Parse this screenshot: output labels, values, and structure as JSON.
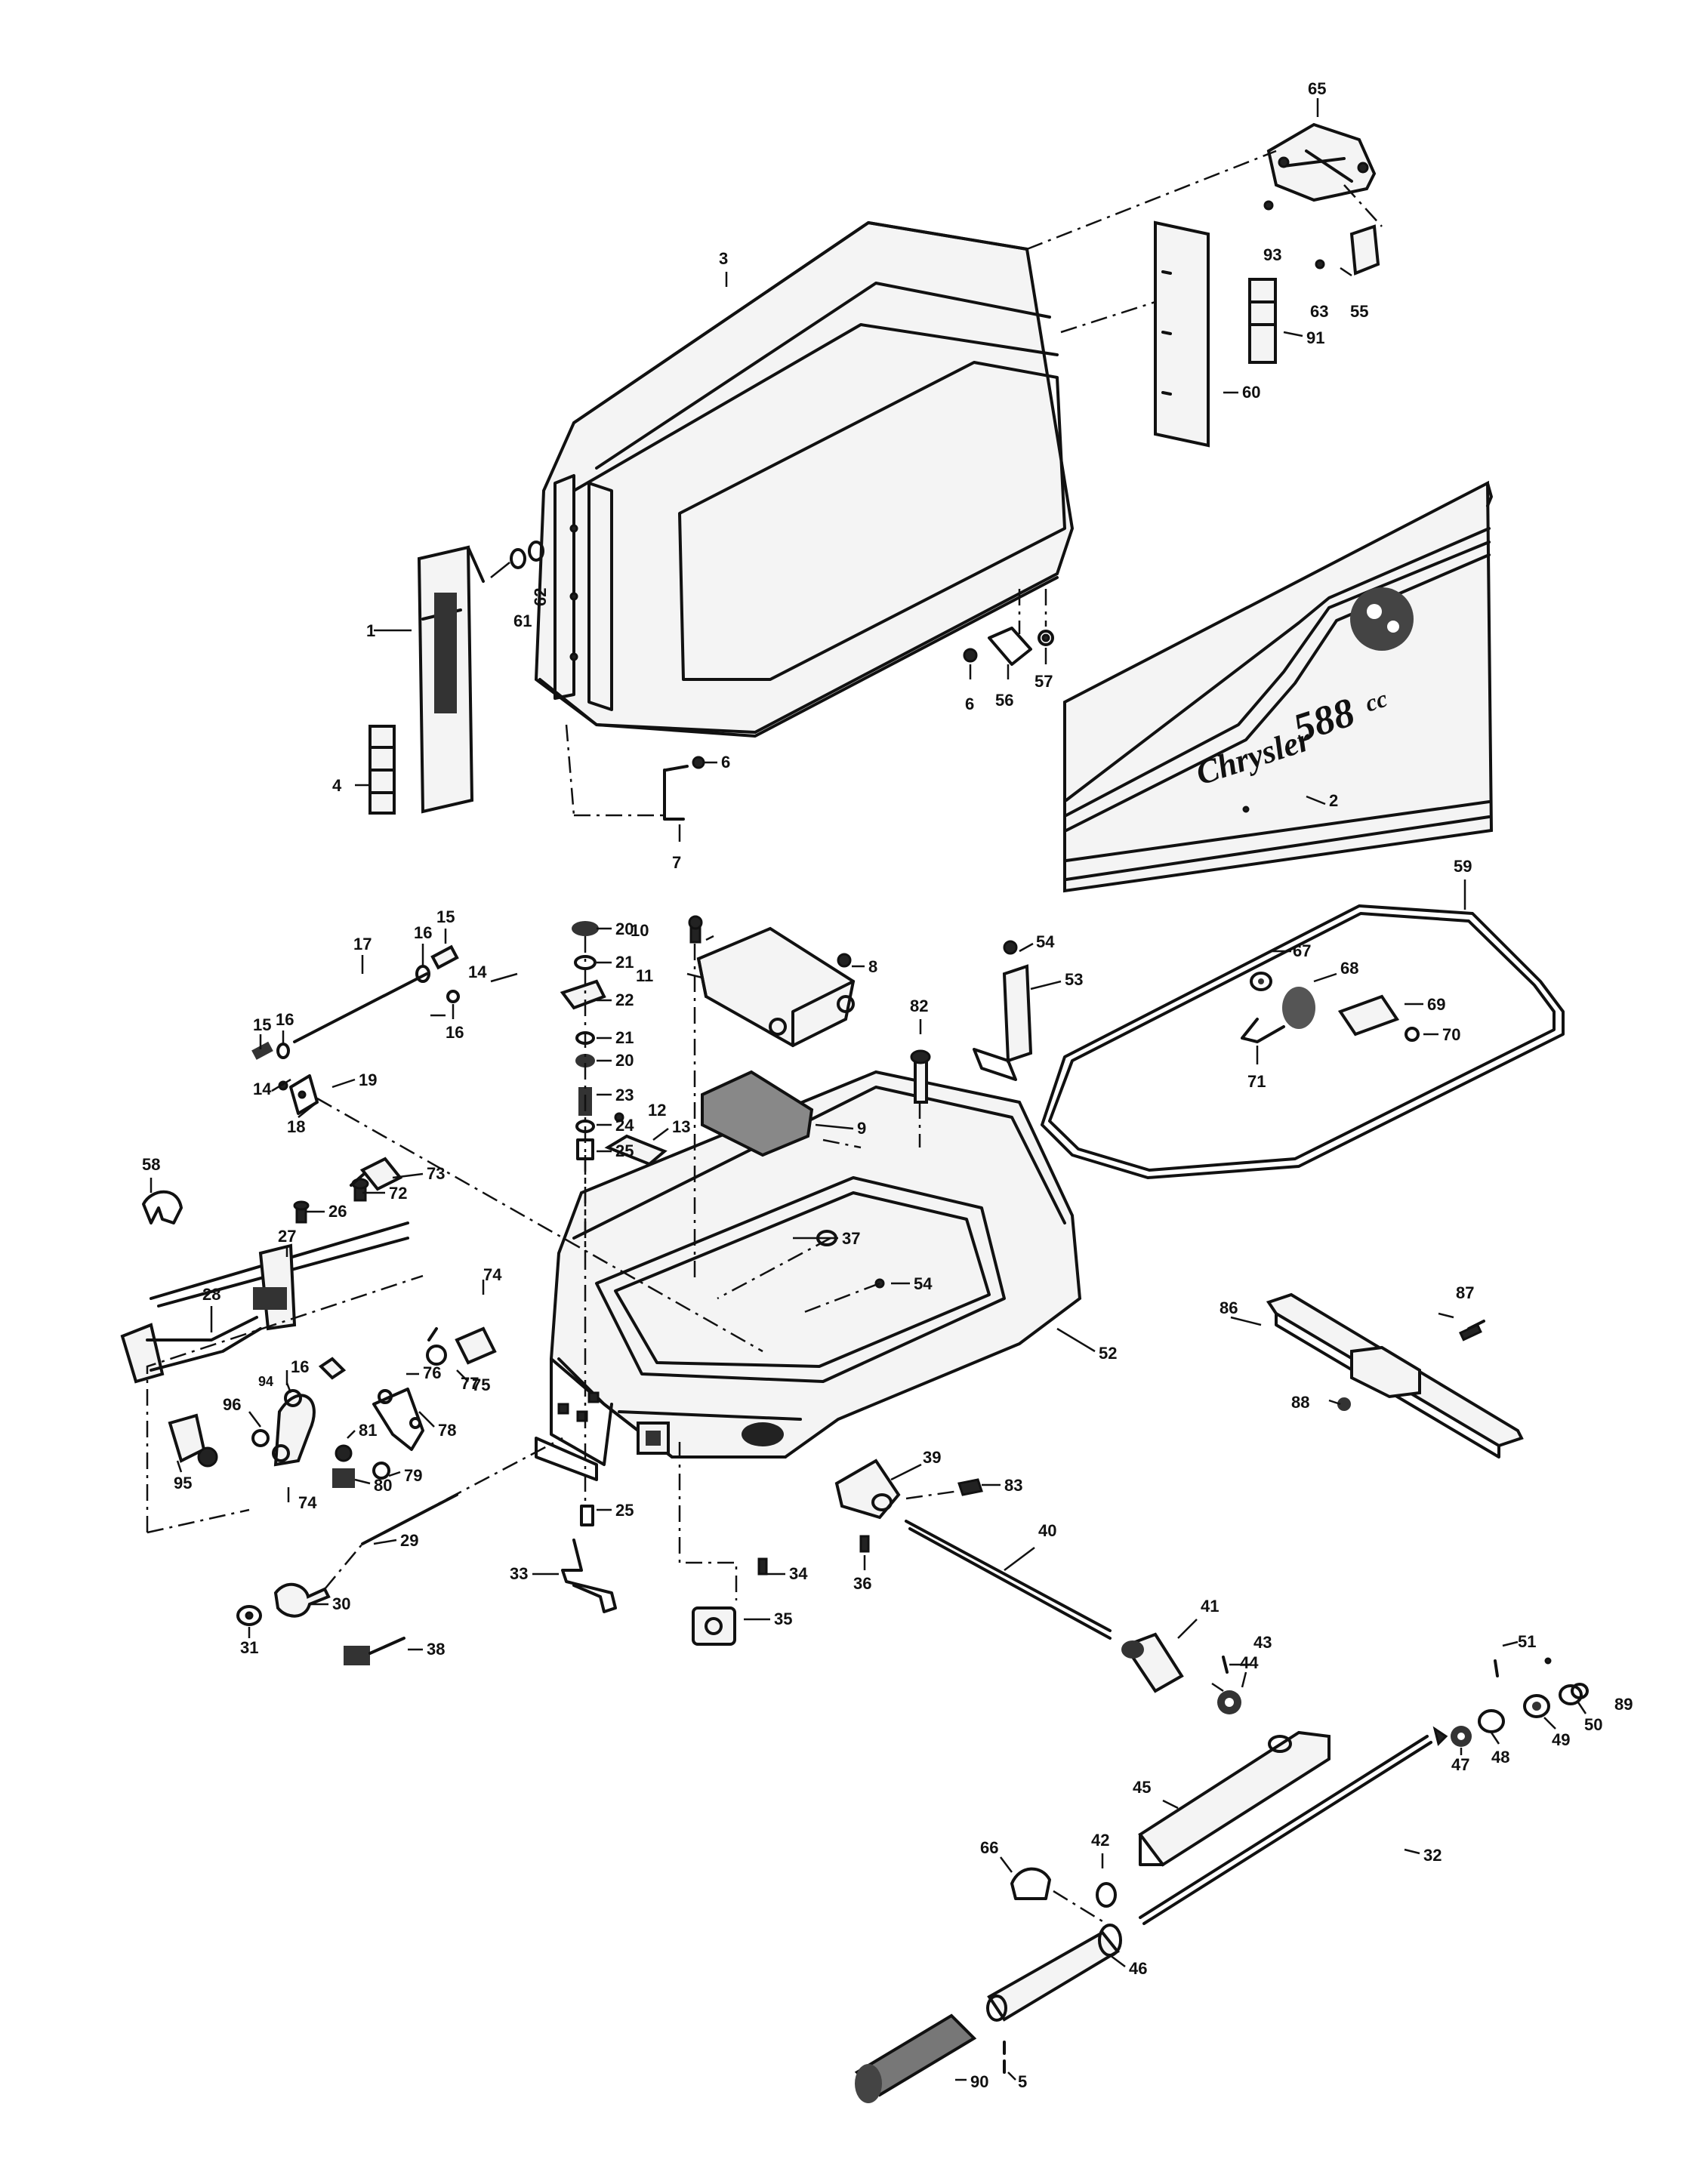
{
  "decal": {
    "brand": "Chrysler",
    "displacement": "588",
    "unit": "cc"
  },
  "callouts": {
    "c1": "1",
    "c2": "2",
    "c3": "3",
    "c4": "4",
    "c5": "5",
    "c6a": "6",
    "c6b": "6",
    "c7": "7",
    "c8": "8",
    "c9": "9",
    "c10": "10",
    "c11": "11",
    "c12": "12",
    "c13": "13",
    "c14a": "14",
    "c14b": "14",
    "c15a": "15",
    "c15b": "15",
    "c16a": "16",
    "c16b": "16",
    "c16c": "16",
    "c16d": "16",
    "c17": "17",
    "c18": "18",
    "c19": "19",
    "c20a": "20",
    "c20b": "20",
    "c21a": "21",
    "c21b": "21",
    "c22": "22",
    "c23": "23",
    "c24": "24",
    "c25a": "25",
    "c25b": "25",
    "c26": "26",
    "c27": "27",
    "c28": "28",
    "c29": "29",
    "c30": "30",
    "c31": "31",
    "c32": "32",
    "c33": "33",
    "c34": "34",
    "c35": "35",
    "c36": "36",
    "c37": "37",
    "c38": "38",
    "c39": "39",
    "c40": "40",
    "c41": "41",
    "c42": "42",
    "c43": "43",
    "c44": "44",
    "c45": "45",
    "c46": "46",
    "c47": "47",
    "c48": "48",
    "c49": "49",
    "c50": "50",
    "c51": "51",
    "c52": "52",
    "c53": "53",
    "c54a": "54",
    "c54b": "54",
    "c55": "55",
    "c56": "56",
    "c57": "57",
    "c58": "58",
    "c59": "59",
    "c60": "60",
    "c61": "61",
    "c62": "62",
    "c63": "63",
    "c65": "65",
    "c66": "66",
    "c67": "67",
    "c68": "68",
    "c69": "69",
    "c70": "70",
    "c71": "71",
    "c72": "72",
    "c73": "73",
    "c74a": "74",
    "c74b": "74",
    "c75": "75",
    "c76": "76",
    "c77": "77",
    "c78": "78",
    "c79": "79",
    "c80": "80",
    "c81": "81",
    "c82": "82",
    "c83": "83",
    "c86": "86",
    "c87": "87",
    "c88": "88",
    "c89": "89",
    "c90": "90",
    "c91": "91",
    "c93": "93",
    "c94": "94",
    "c95": "95",
    "c96": "96"
  }
}
